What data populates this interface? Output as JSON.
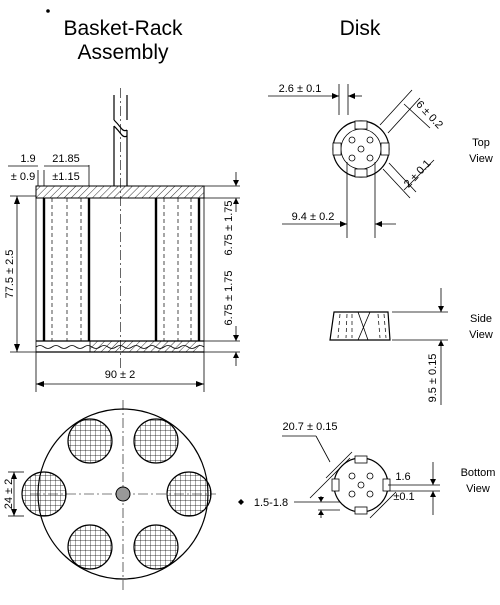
{
  "basket_rack": {
    "title_line1": "Basket-Rack",
    "title_line2": "Assembly",
    "dims": {
      "wall_thickness": "1.9",
      "wall_tolerance": "± 0.9",
      "tube_spacing": "21.85",
      "tube_spacing_tolerance": "±1.15",
      "height": "77.5 ± 2.5",
      "top_plate": "6.75 ± 1.75",
      "bottom_plate": "6.75 ± 1.75",
      "width": "90 ± 2",
      "mesh_offset": "24 ± 2"
    }
  },
  "disk": {
    "title": "Disk",
    "top_view": {
      "label_line1": "Top",
      "label_line2": "View",
      "dims": {
        "hole_diameter": "2.6 ± 0.1",
        "groove_width": "6 ± 0.2",
        "groove_depth": "2 ± 0.1",
        "hole_offset": "9.4 ± 0.2"
      }
    },
    "side_view": {
      "label_line1": "Side",
      "label_line2": "View",
      "dims": {
        "thickness": "9.5 ± 0.15"
      }
    },
    "bottom_view": {
      "label_line1": "Bottom",
      "label_line2": "View",
      "dims": {
        "diameter": "20.7 ± 0.15",
        "groove_depth": "1.6",
        "groove_depth_tolerance": "±0.1",
        "groove_range": "1.5-1.8"
      }
    }
  }
}
